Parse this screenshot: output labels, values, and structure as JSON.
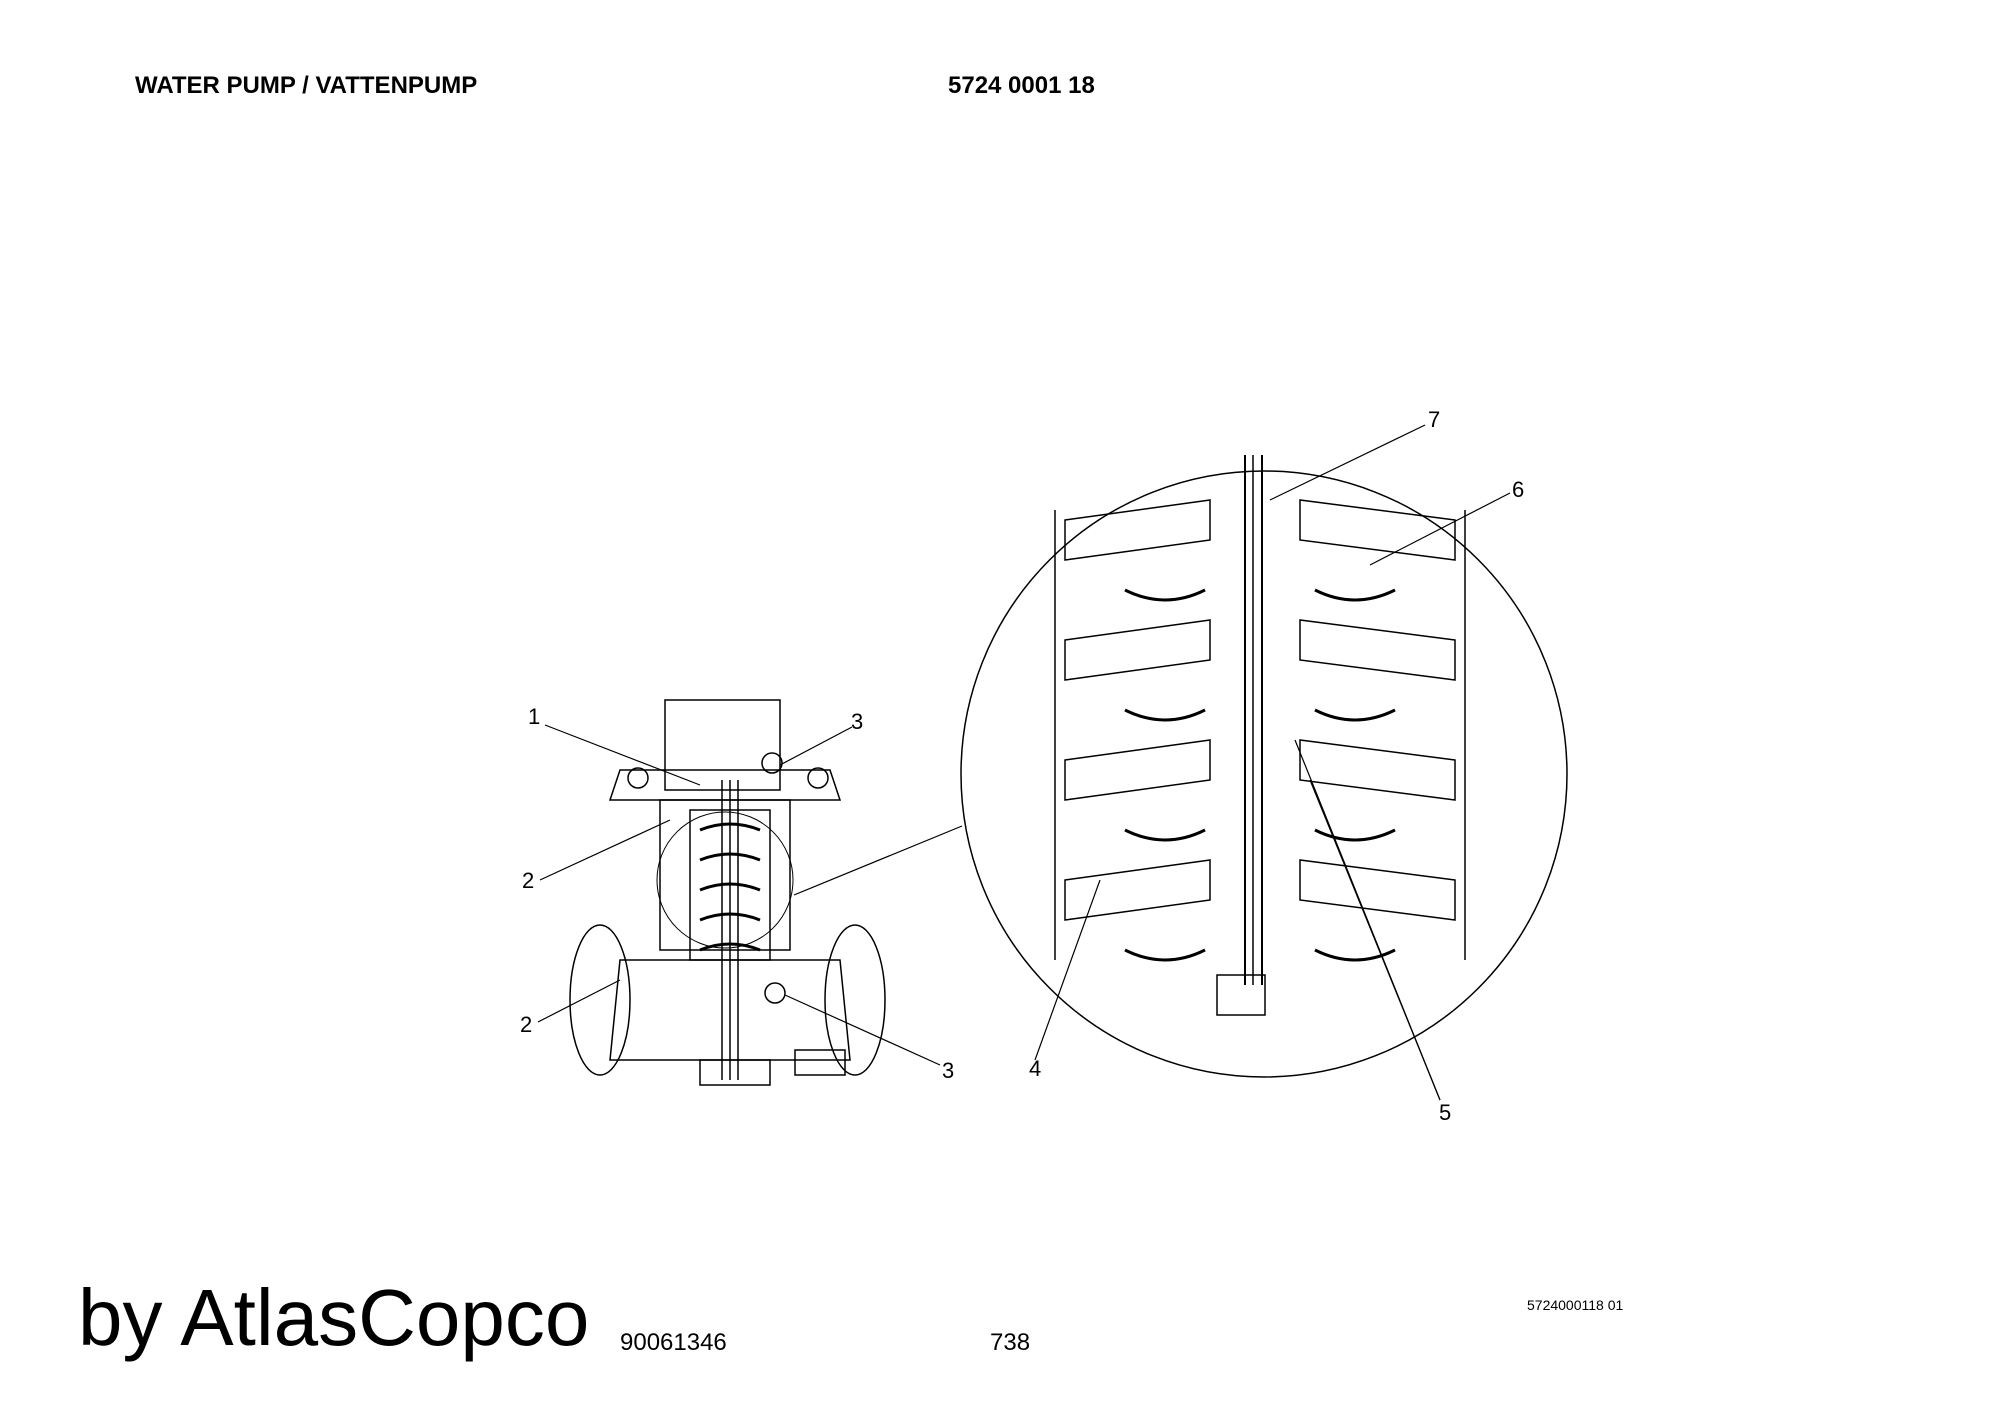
{
  "header": {
    "title": "WATER PUMP / VATTENPUMP",
    "part_number": "5724 0001 18"
  },
  "drawing": {
    "callouts": [
      "1",
      "2",
      "2",
      "3",
      "3",
      "4",
      "5",
      "6",
      "7"
    ]
  },
  "footer": {
    "drawing_ref": "90061346",
    "page_number": "738",
    "doc_code": "5724000118 01",
    "watermark": "by AtlasCopco"
  }
}
